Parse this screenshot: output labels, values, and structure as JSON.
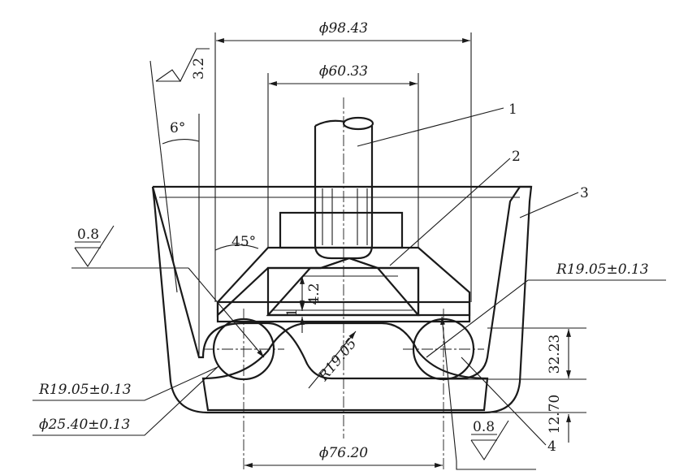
{
  "dimensions": {
    "d_top": "ϕ98.43",
    "d_mid": "ϕ60.33",
    "d_bottom": "ϕ76.20",
    "d_ball": "ϕ25.40±0.13",
    "r_left": "R19.05±0.13",
    "r_right": "R19.05±0.13",
    "r_center": "R19.05",
    "h_32": "32.23",
    "h_12": "12.70",
    "h_42": "4.2",
    "h_1": "1",
    "angle_6": "6°",
    "angle_45": "45°"
  },
  "roughness": {
    "top": "3.2",
    "left": "0.8",
    "right": "0.8"
  },
  "parts": [
    "1",
    "2",
    "3",
    "4"
  ]
}
